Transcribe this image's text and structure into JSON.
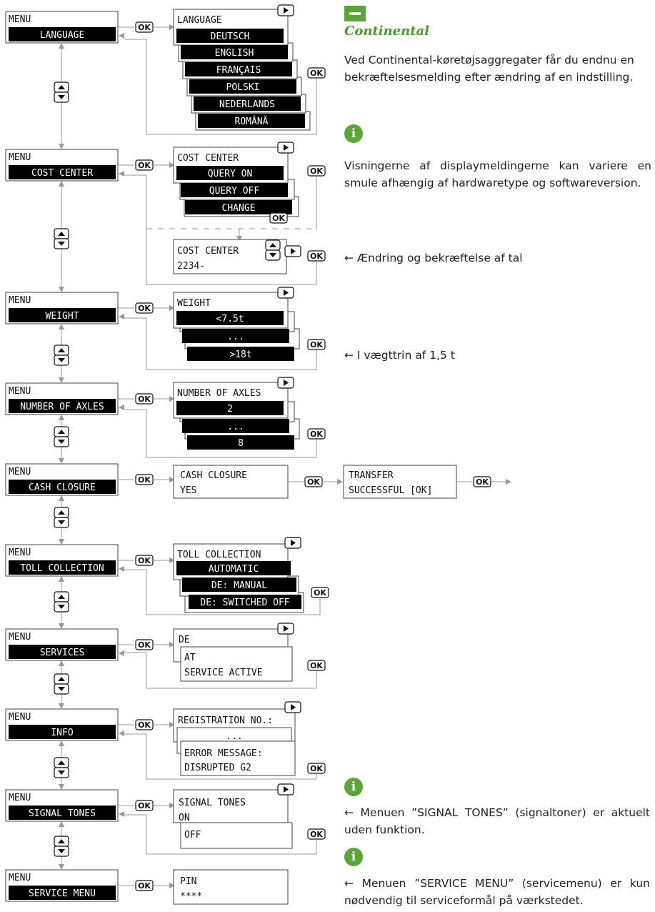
{
  "brand": {
    "name": "Continental",
    "accent": "#5aa636"
  },
  "rows": [
    {
      "menu": "MENU",
      "item": "LANGUAGE",
      "head": "LANGUAGE",
      "options": [
        "DEUTSCH",
        "ENGLISH",
        "FRANÇAIS",
        "POLSKI",
        "NEDERLANDS",
        "ROMÂNĂ"
      ]
    },
    {
      "menu": "MENU",
      "item": "COST CENTER",
      "head": "COST CENTER",
      "options": [
        "QUERY ON",
        "QUERY OFF",
        "CHANGE"
      ],
      "sub": {
        "line1": "COST CENTER",
        "line2": "2234-"
      }
    },
    {
      "menu": "MENU",
      "item": "WEIGHT",
      "head": "WEIGHT",
      "options": [
        "<7.5t",
        "...",
        ">18t"
      ]
    },
    {
      "menu": "MENU",
      "item": "NUMBER OF AXLES",
      "head": "NUMBER OF AXLES",
      "options": [
        "2",
        "...",
        "8"
      ]
    },
    {
      "menu": "MENU",
      "item": "CASH CLOSURE",
      "box": {
        "line1": "CASH CLOSURE",
        "line2": "YES"
      },
      "box2": {
        "line1": "TRANSFER",
        "line2": "SUCCESSFUL   [OK]"
      }
    },
    {
      "menu": "MENU",
      "item": "TOLL COLLECTION",
      "head": "TOLL COLLECTION",
      "options": [
        "AUTOMATIC",
        "DE: MANUAL",
        "DE: SWITCHED OFF"
      ]
    },
    {
      "menu": "MENU",
      "item": "SERVICES",
      "head": "DE",
      "back": [
        "AT",
        "SERVICE ACTIVE"
      ]
    },
    {
      "menu": "MENU",
      "item": "INFO",
      "head": "REGISTRATION NO.:",
      "mid": "...",
      "back": [
        "ERROR MESSAGE:",
        "DISRUPTED   G2"
      ]
    },
    {
      "menu": "MENU",
      "item": "SIGNAL TONES",
      "head": "SIGNAL TONES",
      "head2": "ON",
      "back": [
        "OFF"
      ]
    },
    {
      "menu": "MENU",
      "item": "SERVICE MENU",
      "box": {
        "line1": "PIN",
        "line2": "****"
      }
    }
  ],
  "ok_label": "OK",
  "notes": {
    "confirm": "Ved Continental-køretøjsaggregater får du endnu en bekræftelsesmelding efter ændring af en indstilling.",
    "variation": "Visningerne af displaymeldingerne kan variere en smule afhængig af hardwaretype og softwareversion.",
    "digits": "← Ændring og bekræftelse af tal",
    "weight": "← I vægttrin af 1,5 t",
    "signal": "← Menuen ”SIGNAL TONES” (signaltoner) er aktuelt uden funktion.",
    "service": "← Menuen ”SERVICE MENU” (servicemenu) er kun nødvendig til serviceformål på værkstedet."
  },
  "icons": [
    "truck-icon",
    "info-icon",
    "ok-button-icon",
    "up-down-button-icon",
    "play-button-icon"
  ]
}
